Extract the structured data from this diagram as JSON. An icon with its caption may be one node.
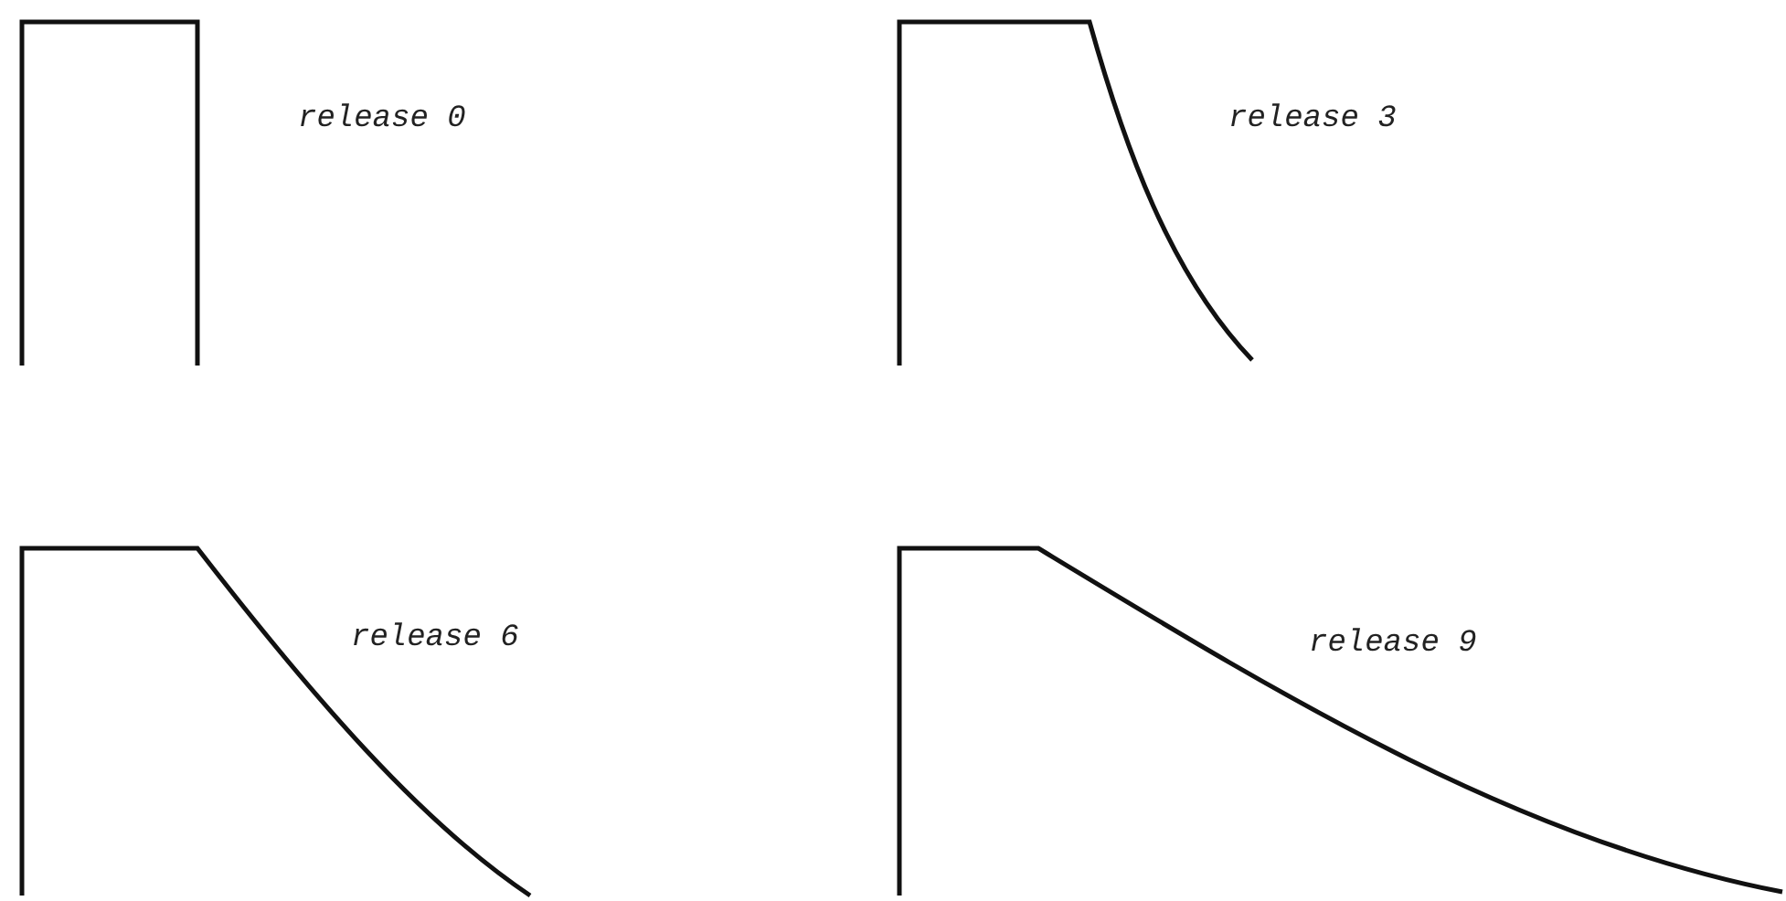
{
  "diagram": {
    "labels": [
      "release 0",
      "release 3",
      "release 6",
      "release 9"
    ]
  }
}
